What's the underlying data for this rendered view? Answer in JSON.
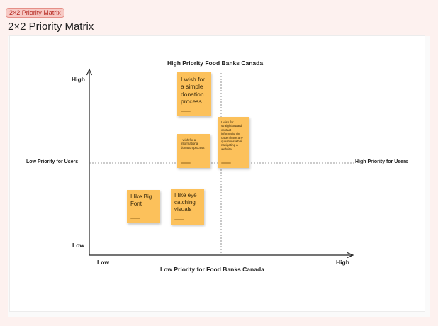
{
  "frame": {
    "tag": "2×2 Priority Matrix",
    "title": "2×2 Priority Matrix"
  },
  "matrix": {
    "title": "High Priority Food Banks Canada",
    "y_high": "High",
    "y_low": "Low",
    "x_low": "Low",
    "x_high": "High",
    "x_axis_label": "Low Priority for Food Banks Canada",
    "left_divider_label": "Low Priority for Users",
    "right_divider_label": "High Priority for Users"
  },
  "notes": [
    {
      "text": "I wish for a simple donation process",
      "color": "#fcc15b"
    },
    {
      "text": "I wish for a informational donation process",
      "color": "#fcc15b"
    },
    {
      "text": "I wish for straightforward contact information in case I have any questions while navigating a website",
      "color": "#fcc15b"
    },
    {
      "text": "I like Big Font",
      "color": "#fcc15b"
    },
    {
      "text": "I like eye catching visuals",
      "color": "#fcc15b"
    }
  ]
}
